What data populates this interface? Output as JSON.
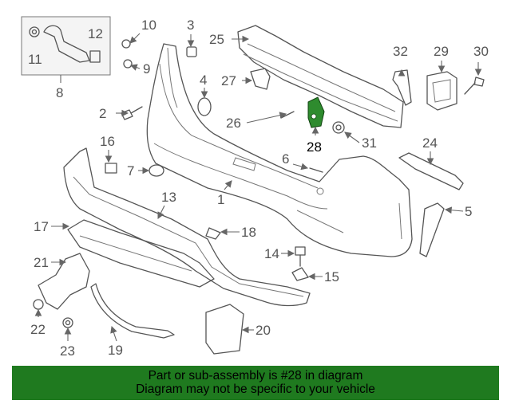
{
  "diagram": {
    "highlighted_part": "28",
    "highlight_color": "#2e8b2e",
    "callouts": {
      "c1": "1",
      "c2": "2",
      "c3": "3",
      "c4": "4",
      "c5": "5",
      "c6": "6",
      "c7": "7",
      "c8": "8",
      "c9": "9",
      "c10": "10",
      "c11": "11",
      "c12": "12",
      "c13": "13",
      "c14": "14",
      "c15": "15",
      "c16": "16",
      "c17": "17",
      "c18": "18",
      "c19": "19",
      "c20": "20",
      "c21": "21",
      "c22": "22",
      "c23": "23",
      "c24": "24",
      "c25": "25",
      "c26": "26",
      "c27": "27",
      "c28": "28",
      "c29": "29",
      "c30": "30",
      "c31": "31",
      "c32": "32"
    }
  },
  "banner": {
    "background": "#1f7a1f",
    "line1": "Part or sub-assembly is #28 in diagram",
    "line2": "Diagram may not be specific to your vehicle"
  }
}
